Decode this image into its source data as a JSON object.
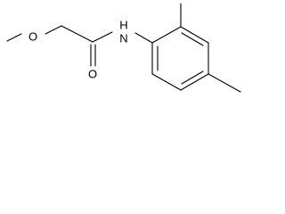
{
  "structure": {
    "atoms": {
      "methoxy_oxygen": "O",
      "amide_nitrogen": "N",
      "amide_hydrogen": "H",
      "carbonyl_oxygen": "O"
    },
    "colors": {
      "bond": "#000000",
      "background": "#ffffff"
    }
  }
}
